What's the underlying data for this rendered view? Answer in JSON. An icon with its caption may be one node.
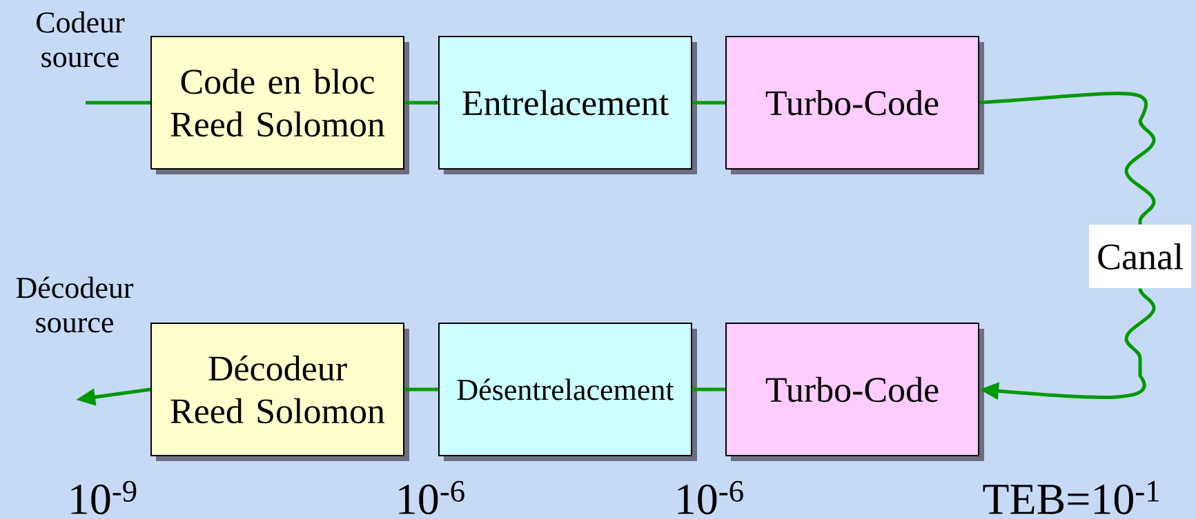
{
  "diagram": {
    "nodes": [
      {
        "text": [
          "Code en bloc Reed Solomon"
        ]
      },
      {
        "text": [
          "Entrelacement"
        ]
      },
      {
        "text": [
          "Turbo-Code"
        ]
      },
      {
        "text": [
          "Canal"
        ]
      },
      {
        "text": [
          "Décodeur Reed Solomon"
        ]
      },
      {
        "text": [
          "Désentrelacement"
        ]
      },
      {
        "text": [
          "Turbo-Code"
        ]
      }
    ],
    "edges": [
      {
        "from": null,
        "to": 0,
        "arrow": "none"
      },
      {
        "from": 0,
        "to": 1,
        "arrow": "none"
      },
      {
        "from": 1,
        "to": 2,
        "arrow": "none"
      },
      {
        "from": 2,
        "to": 3,
        "arrow": "none"
      },
      {
        "from": 3,
        "to": 6,
        "arrow": "to"
      },
      {
        "from": 6,
        "to": 5,
        "arrow": "none"
      },
      {
        "from": 5,
        "to": 4,
        "arrow": "none"
      },
      {
        "from": 4,
        "to": null,
        "arrow": "to"
      }
    ],
    "labels": [
      "Codeur source",
      "Décodeur source",
      "10$^{-9}$",
      "10$^{-6}$",
      "10$^{-6}$",
      "TEB=10$^{-1}$"
    ]
  }
}
